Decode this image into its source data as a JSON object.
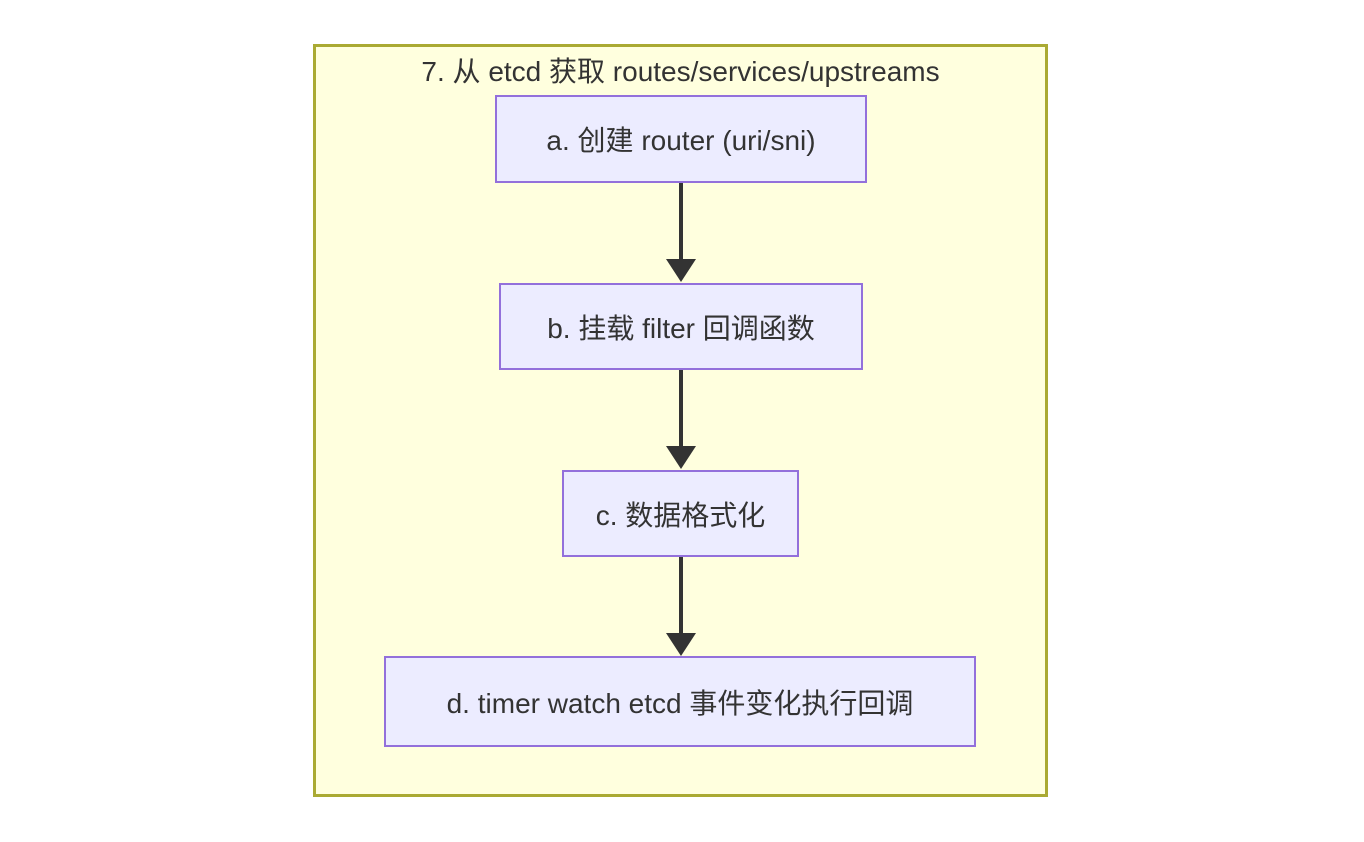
{
  "diagram": {
    "type": "flowchart",
    "direction": "top-down",
    "title": "7. 从 etcd 获取 routes/services/upstreams",
    "nodes": [
      {
        "id": "a",
        "label": "a. 创建 router (uri/sni)"
      },
      {
        "id": "b",
        "label": "b. 挂载 filter 回调函数"
      },
      {
        "id": "c",
        "label": "c. 数据格式化"
      },
      {
        "id": "d",
        "label": "d. timer watch etcd 事件变化执行回调"
      }
    ],
    "edges": [
      {
        "from": "a",
        "to": "b"
      },
      {
        "from": "b",
        "to": "c"
      },
      {
        "from": "c",
        "to": "d"
      }
    ],
    "colors": {
      "page_background": "#FFFFFF",
      "container_fill": "#FFFFDE",
      "container_border": "#AAAA33",
      "node_fill": "#ECECFF",
      "node_border": "#9370DB",
      "arrow": "#333333",
      "text": "#333333"
    }
  }
}
